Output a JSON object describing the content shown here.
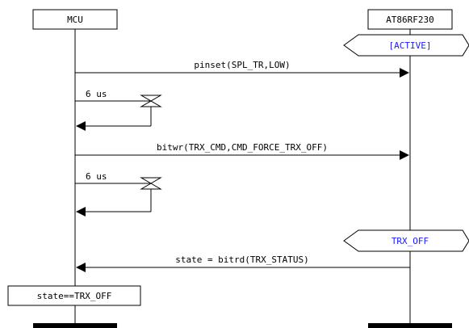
{
  "participants": {
    "mcu": "MCU",
    "radio": "AT86RF230"
  },
  "states": {
    "initial": "[ACTIVE]",
    "final": "TRX_OFF"
  },
  "messages": {
    "pinset": "pinset(SPL_TR,LOW)",
    "delay1": "6 us",
    "bitwr": "bitwr(TRX_CMD,CMD_FORCE_TRX_OFF)",
    "delay2": "6 us",
    "bitrd": "state = bitrd(TRX_STATUS)"
  },
  "condition": "state==TRX_OFF",
  "colors": {
    "line": "#000000",
    "state_text": "#1a1aff",
    "background": "#ffffff"
  }
}
